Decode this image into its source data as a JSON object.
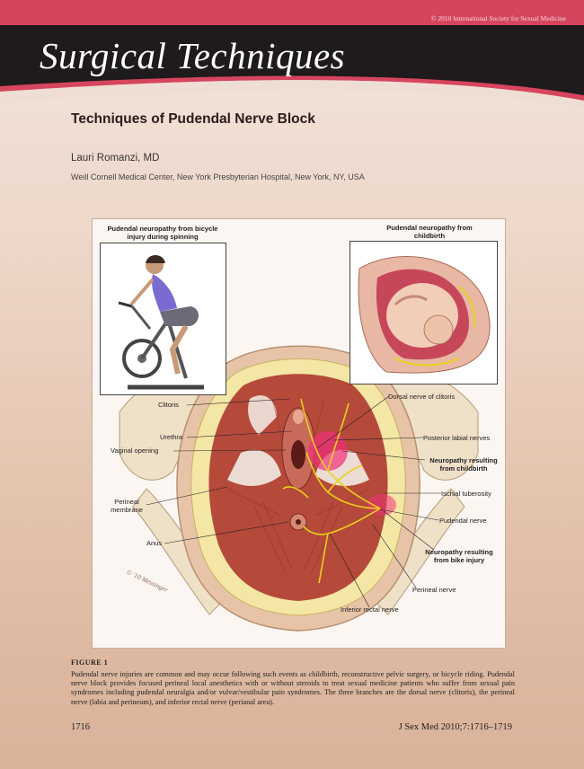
{
  "header": {
    "copyright": "© 2010 International Society for Sexual Medicine",
    "section_title": "Surgical Techniques"
  },
  "article": {
    "title": "Techniques of Pudendal Nerve Block",
    "author": "Lauri Romanzi, MD",
    "affiliation": "Weill Cornell Medical Center, New York Presbyterian Hospital, New York, NY, USA"
  },
  "figure": {
    "inset_left_caption": "Pudendal neuropathy from bicycle injury during spinning",
    "inset_right_caption": "Pudendal neuropathy from childbirth",
    "signature": "© '10 Messinger",
    "labels": {
      "clitoris": "Clitoris",
      "urethra": "Urethra",
      "vaginal_opening": "Vaginal opening",
      "perineal_membrane": "Perineal membrane",
      "anus": "Anus",
      "dorsal_nerve": "Dorsal nerve of clitoris",
      "posterior_labial": "Posterior labial nerves",
      "neuropathy_childbirth": "Neuropathy resulting from childbirth",
      "ischial_tuberosity": "Ischial tuberosity",
      "pudendal_nerve": "Pudendal nerve",
      "neuropathy_bike": "Neuropathy resulting from bike injury",
      "perineal_nerve": "Perineal nerve",
      "inferior_rectal": "Inferior rectal nerve"
    }
  },
  "caption": {
    "label": "FIGURE 1",
    "text": "Pudendal nerve injuries are common and may occur following such events as childbirth, reconstructive pelvic surgery, or bicycle riding. Pudendal nerve block provides focused perineal local anesthetics with or without steroids to treat sexual medicine patients who suffer from sexual pain syndromes including pudendal neuralgia and/or vulvar/vestibular pain syndromes. The three branches are the dorsal nerve (clitoris), the perineal nerve (labia and perineum), and inferior rectal nerve (perianal area)."
  },
  "footer": {
    "page_number": "1716",
    "citation": "J Sex Med 2010;7:1716–1719"
  },
  "colors": {
    "band_dark": "#1f1a1c",
    "band_red": "#d6455e",
    "background": "#ecd5c6",
    "nerve": "#e8d21c",
    "muscle": "#b5493a",
    "neuropathy": "#f0307a"
  }
}
